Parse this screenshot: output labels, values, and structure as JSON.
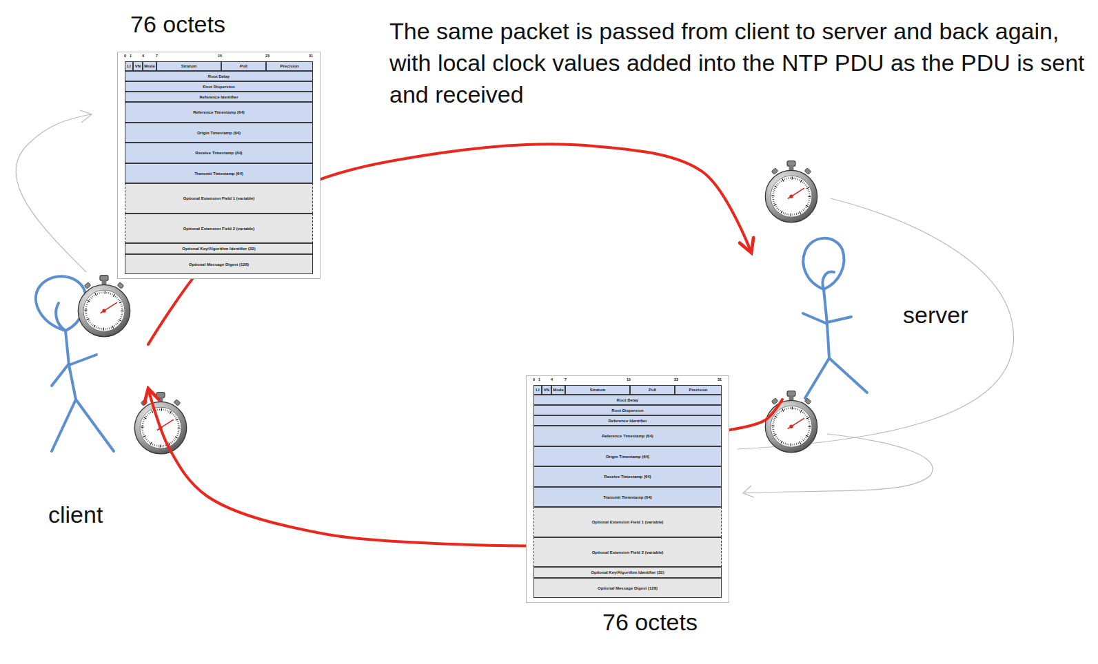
{
  "diagram": {
    "nodes": [
      {
        "text": [
          "76 octets"
        ]
      },
      {
        "text": [
          "LI"
        ],
        "in": 0
      },
      {
        "text": [
          "VN"
        ],
        "in": 0
      },
      {
        "text": [
          "Mode"
        ],
        "in": 0
      },
      {
        "text": [
          "Stratum"
        ],
        "in": 0
      },
      {
        "text": [
          "Poll"
        ],
        "in": 0
      },
      {
        "text": [
          "Precision"
        ],
        "in": 0
      },
      {
        "text": [
          "Root Delay"
        ],
        "in": 0
      },
      {
        "text": [
          "Root Dispersion"
        ],
        "in": 0
      },
      {
        "text": [
          "Reference Identifier"
        ],
        "in": 0
      },
      {
        "text": [
          "Reference Timestamp (64)"
        ],
        "in": 0
      },
      {
        "text": [
          "Origin Timestamp (64)"
        ],
        "in": 0
      },
      {
        "text": [
          "Receive Timestamp (64)"
        ],
        "in": 0
      },
      {
        "text": [
          "Transmit Timestamp (64)"
        ],
        "in": 0
      },
      {
        "text": [
          "Optional Extension Field 1 (variable)"
        ],
        "in": 0
      },
      {
        "text": [
          "Optional Extension Field 2 (variable)"
        ],
        "in": 0
      },
      {
        "text": [
          "Optional Key/Algorithm Identifier (32)"
        ],
        "in": 0
      },
      {
        "text": [
          "Optional Message Digest (128)"
        ],
        "in": 0
      },
      {
        "text": [
          "server"
        ]
      },
      {
        "text": [
          "76 octets"
        ]
      },
      {
        "text": [
          "LI"
        ],
        "in": 19
      },
      {
        "text": [
          "VN"
        ],
        "in": 19
      },
      {
        "text": [
          "Mode"
        ],
        "in": 19
      },
      {
        "text": [
          "Stratum"
        ],
        "in": 19
      },
      {
        "text": [
          "Poll"
        ],
        "in": 19
      },
      {
        "text": [
          "Precision"
        ],
        "in": 19
      },
      {
        "text": [
          "Root Delay"
        ],
        "in": 19
      },
      {
        "text": [
          "Root Dispersion"
        ],
        "in": 19
      },
      {
        "text": [
          "Reference Identifier"
        ],
        "in": 19
      },
      {
        "text": [
          "Reference Timestamp (64)"
        ],
        "in": 19
      },
      {
        "text": [
          "Origin Timestamp (64)"
        ],
        "in": 19
      },
      {
        "text": [
          "Receive Timestamp (64)"
        ],
        "in": 19
      },
      {
        "text": [
          "Transmit Timestamp (64)"
        ],
        "in": 19
      },
      {
        "text": [
          "Optional Extension Field 1 (variable)"
        ],
        "in": 19
      },
      {
        "text": [
          "Optional Extension Field 2 (variable)"
        ],
        "in": 19
      },
      {
        "text": [
          "Optional Key/Algorithm Identifier (32)"
        ],
        "in": 19
      },
      {
        "text": [
          "Optional Message Digest (128)"
        ],
        "in": 19
      },
      {
        "text": [
          "client"
        ]
      }
    ],
    "edges": [
      {
        "from": 37,
        "to": 18,
        "arrow": "to"
      },
      {
        "from": 18,
        "to": 19,
        "arrow": "none"
      },
      {
        "from": 19,
        "to": 37,
        "arrow": "to"
      }
    ],
    "labels": [
      "The same packet is passed from client to server and back again, with local clock values added into the NTP PDU as the PDU is sent and received",
      "0",
      "1",
      "4",
      "7",
      "15",
      "23",
      "31",
      "0",
      "1",
      "4",
      "7",
      "15",
      "23",
      "31"
    ]
  }
}
